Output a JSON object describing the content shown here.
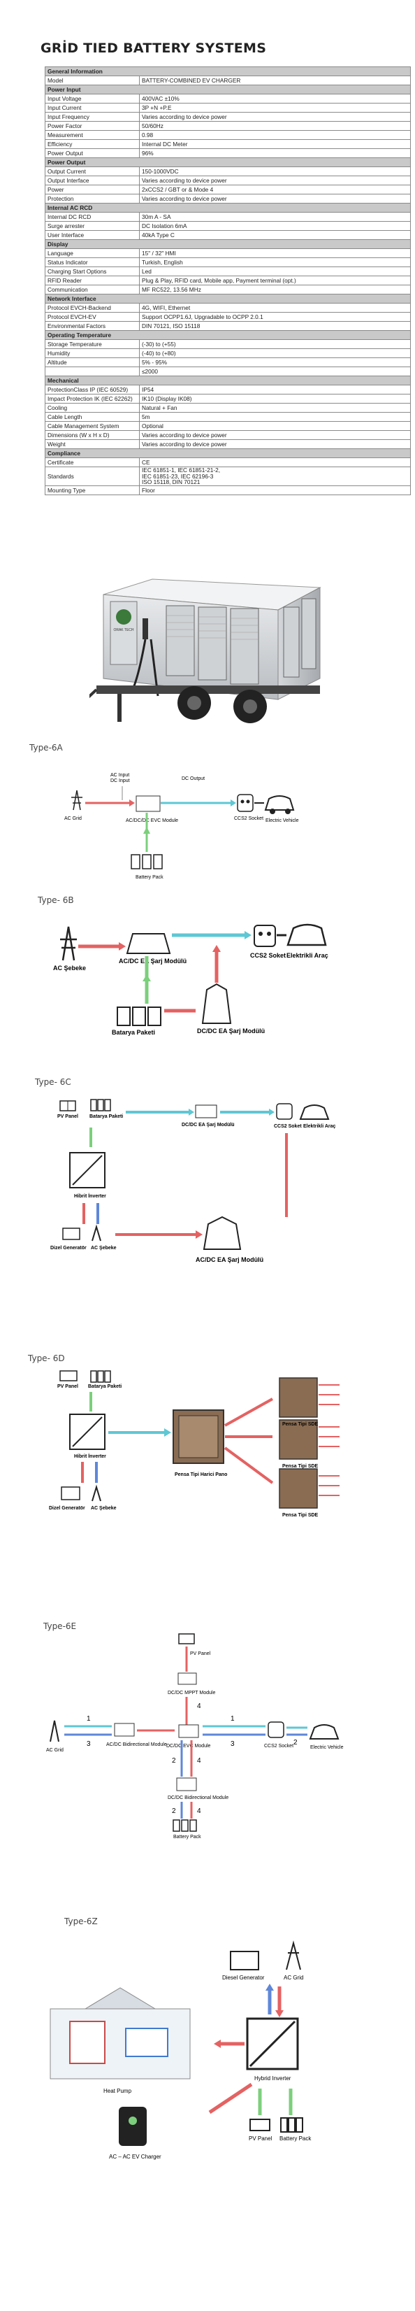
{
  "title": "GRİD TIED BATTERY SYSTEMS",
  "specs": [
    {
      "type": "section",
      "label": "General Information"
    },
    {
      "k": "Model",
      "v": [
        "BATTERY-COMBINED EV CHARGER"
      ]
    },
    {
      "type": "section",
      "label": "Power Input"
    },
    {
      "k": "Input Voltage",
      "v": [
        "400VAC ±10%"
      ]
    },
    {
      "k": "Input Current",
      "v": [
        "3P +N +P.E"
      ]
    },
    {
      "k": "Input Frequency",
      "v": [
        "Varies according to device power"
      ]
    },
    {
      "k": "Power Factor",
      "v": [
        "50/60Hz"
      ]
    },
    {
      "k": "Measurement",
      "v": [
        "0.98"
      ]
    },
    {
      "k": "Efficiency",
      "v": [
        "Internal DC Meter"
      ]
    },
    {
      "k": "Power Output",
      "v": [
        "96%"
      ]
    },
    {
      "type": "section",
      "label": "Power Output"
    },
    {
      "k": "Output Current",
      "v": [
        "150-1000VDC"
      ]
    },
    {
      "k": "Output Interface",
      "v": [
        "Varies according to device power"
      ]
    },
    {
      "k": "Power",
      "v": [
        "2xCCS2 / GBT or & Mode 4"
      ]
    },
    {
      "k": "Protection",
      "v": [
        "Varies according to device power"
      ]
    },
    {
      "type": "section",
      "label": "Internal AC RCD"
    },
    {
      "k": "Internal DC RCD",
      "v": [
        "30m A - SA"
      ]
    },
    {
      "k": "Surge arrester",
      "v": [
        "DC Isolation 6mA"
      ]
    },
    {
      "k": "User Interface",
      "v": [
        "40kA Type C"
      ]
    },
    {
      "type": "section",
      "label": "Display"
    },
    {
      "k": "Language",
      "v": [
        "15\" / 32\" HMI"
      ]
    },
    {
      "k": "Status Indicator",
      "v": [
        "Turkish, English"
      ]
    },
    {
      "k": "Charging Start Options",
      "v": [
        "Led"
      ]
    },
    {
      "k": "RFID Reader",
      "v": [
        "Plug & Play, RFID card, Mobile app, Payment terminal (opt.)"
      ]
    },
    {
      "k": "Communication",
      "v": [
        "MF RC522, 13.56 MHz"
      ]
    },
    {
      "type": "section",
      "label": "Network Interface"
    },
    {
      "k": "Protocol EVCH-Backend",
      "v": [
        "4G, WIFI, Ethernet"
      ]
    },
    {
      "k": "Protocol EVCH-EV",
      "v": [
        "Support OCPP1.6J, Upgradable to OCPP 2.0.1"
      ]
    },
    {
      "k": "Environmental Factors",
      "v": [
        "DIN 70121, ISO 15118"
      ]
    },
    {
      "type": "section",
      "label": "Operating Temperature"
    },
    {
      "k": "Storage Temperature",
      "v": [
        "(-30) to (+55)"
      ]
    },
    {
      "k": "Humidity",
      "v": [
        "(-40) to (+80)"
      ]
    },
    {
      "k": "Altitude",
      "v": [
        "5% - 95%"
      ]
    },
    {
      "k": "",
      "v": [
        "≤2000"
      ]
    },
    {
      "type": "section",
      "label": "Mechanical"
    },
    {
      "k": "ProtectionClass IP (IEC 60529)",
      "v": [
        "IP54"
      ]
    },
    {
      "k": "Impact Protection IK (IEC 62262)",
      "v": [
        "IK10 (Display IK08)"
      ]
    },
    {
      "k": "Cooling",
      "v": [
        "Natural + Fan"
      ]
    },
    {
      "k": "Cable Length",
      "v": [
        "5m"
      ]
    },
    {
      "k": "Cable Management System",
      "v": [
        "Optional"
      ]
    },
    {
      "k": "Dimensions (W x H x D)",
      "v": [
        "Varies according to device power"
      ]
    },
    {
      "k": "Weight",
      "v": [
        "Varies according to device power"
      ]
    },
    {
      "type": "section",
      "label": "Compliance"
    },
    {
      "k": "Certificate",
      "v": [
        "CE"
      ]
    },
    {
      "k": "Standards",
      "v": [
        "IEC 61851-1, IEC 61851-21-2,",
        "IEC 61851-23, IEC 62196-3",
        "ISO 15118, DIN 70121"
      ]
    },
    {
      "k": "Mounting Type",
      "v": [
        "Floor"
      ]
    }
  ],
  "photo": {
    "brand": "ORAK TECH"
  },
  "diagrams": {
    "a": {
      "label": "Type-6A",
      "ac_input": "AC Input",
      "dc_input": "DC Input",
      "dc_output": "DC Output",
      "ac_grid": "AC Grid",
      "module": "AC/DC/DC EVC Module",
      "socket": "CCS2 Socket",
      "vehicle": "Electric Vehicle",
      "battery": "Battery Pack"
    },
    "b": {
      "label": "Type- 6B",
      "grid": "AC Şebeke",
      "module": "AC/DC EA Şarj Modülü",
      "socket": "CCS2 Soket",
      "vehicle": "Elektrikli Araç",
      "battery": "Batarya Paketi",
      "module2": "DC/DC EA Şarj Modülü"
    },
    "c": {
      "label": "Type- 6C",
      "pv": "PV Panel",
      "battery": "Batarya Paketi",
      "module": "DC/DC EA Şarj Modülü",
      "socket": "CCS2 Soket",
      "vehicle": "Elektrikli Araç",
      "inverter": "Hibrit İnverter",
      "gen": "Dizel Generatör",
      "grid": "AC Şebeke",
      "module2": "AC/DC EA Şarj Modülü"
    },
    "d": {
      "label": "Type- 6D",
      "pv": "PV Panel",
      "battery": "Batarya Paketi",
      "inverter": "Hibrit İnverter",
      "gen": "Dizel Generatör",
      "grid": "AC Şebeke",
      "panel": "Pensa Tipi Harici Pano",
      "sde1": "Pensa Tipi SDE",
      "sde2": "Pensa Tipi SDE",
      "sde3": "Pensa Tipi SDE"
    },
    "e": {
      "label": "Type-6E",
      "pv": "PV Panel",
      "mppt": "DC/DC MPPT Module",
      "grid": "AC Grid",
      "bidir": "AC/DC Bidirectional Module",
      "evc": "DC/DC EVC Module",
      "socket": "CCS2 Socket",
      "vehicle": "Electric Vehicle",
      "bidir2": "DC/DC Bidirectional Module",
      "battery": "Battery Pack",
      "n1": "1",
      "n2": "2",
      "n3": "3",
      "n4": "4"
    },
    "f": {
      "label": "Type-6Z",
      "gen": "Diesel Generator",
      "grid": "AC Grid",
      "heatpump": "Heat Pump",
      "inverter": "Hybrid Inverter",
      "charger": "AC – AC EV Charger",
      "pv": "PV Panel",
      "battery": "Battery Pack"
    }
  }
}
